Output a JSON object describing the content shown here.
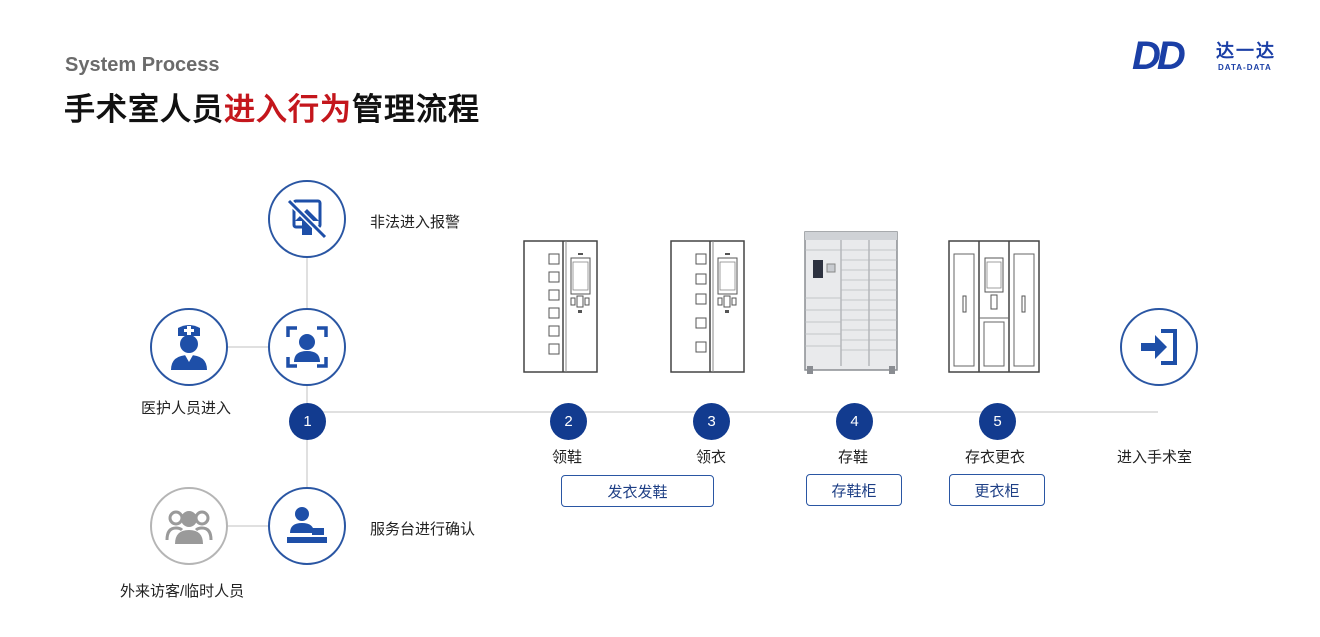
{
  "header": {
    "subtitle": "System Process",
    "title_part1": "手术室人员",
    "title_highlight": "进入行为",
    "title_part2": "管理流程"
  },
  "logo": {
    "mark": "DD",
    "name_cn": "达一达",
    "name_en": "DATA-DATA"
  },
  "left": {
    "alarm_label": "非法进入报警",
    "staff_label": "医护人员进入",
    "visitor_label": "外来访客/临时人员",
    "service_label": "服务台进行确认"
  },
  "steps": [
    {
      "num": "1",
      "label": ""
    },
    {
      "num": "2",
      "label": "领鞋"
    },
    {
      "num": "3",
      "label": "领衣"
    },
    {
      "num": "4",
      "label": "存鞋"
    },
    {
      "num": "5",
      "label": "存衣更衣"
    }
  ],
  "boxes": {
    "dispense": "发衣发鞋",
    "shoe_cabinet": "存鞋柜",
    "changing_cabinet": "更衣柜"
  },
  "end_label": "进入手术室",
  "colors": {
    "primary": "#123b8f",
    "accent_red": "#c4161c",
    "line": "#cfcfcf",
    "icon_blue": "#1e4fa8"
  }
}
